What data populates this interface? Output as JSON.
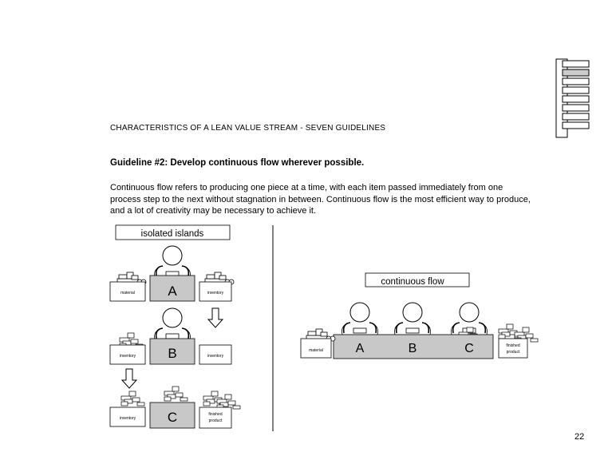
{
  "heading": "CHARACTERISTICS OF A LEAN VALUE STREAM - SEVEN GUIDELINES",
  "guideline": "Guideline #2: Develop continuous flow wherever possible.",
  "body": "Continuous flow refers to producing one piece at a time, with each item passed immediately from one process step to the next without stagnation in between. Continuous flow is the most efficient way to produce, and a lot of creativity may be necessary to achieve it.",
  "left_diagram": {
    "title": "isolated islands",
    "row_a": {
      "input": "material",
      "process": "A",
      "output": "inventory"
    },
    "row_b": {
      "input": "inventory",
      "process": "B",
      "output": "inventory"
    },
    "row_c": {
      "input": "inventory",
      "process": "C",
      "output_line1": "finished",
      "output_line2": "product"
    }
  },
  "right_diagram": {
    "title": "continuous flow",
    "input": "material",
    "processes": [
      "A",
      "B",
      "C"
    ],
    "output_line1": "finished",
    "output_line2": "product"
  },
  "page_number": "22",
  "colors": {
    "process_fill": "#c8c8c8",
    "nav_highlight": "#cccccc"
  }
}
